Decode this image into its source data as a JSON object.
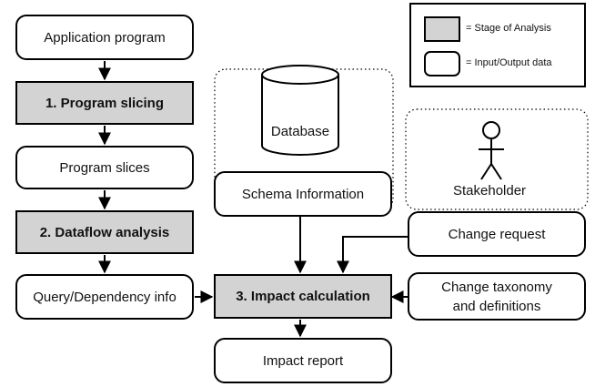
{
  "legend": {
    "stage_label": "= Stage of Analysis",
    "io_label": "= Input/Output data"
  },
  "nodes": {
    "application_program": "Application program",
    "program_slicing": "1. Program slicing",
    "program_slices": "Program slices",
    "dataflow_analysis": "2. Dataflow analysis",
    "query_dependency_info": "Query/Dependency info",
    "impact_calculation": "3. Impact calculation",
    "impact_report": "Impact report",
    "database": "Database",
    "schema_information": "Schema Information",
    "stakeholder": "Stakeholder",
    "change_request": "Change request",
    "change_taxonomy_line1": "Change taxonomy",
    "change_taxonomy_line2": "and definitions"
  }
}
